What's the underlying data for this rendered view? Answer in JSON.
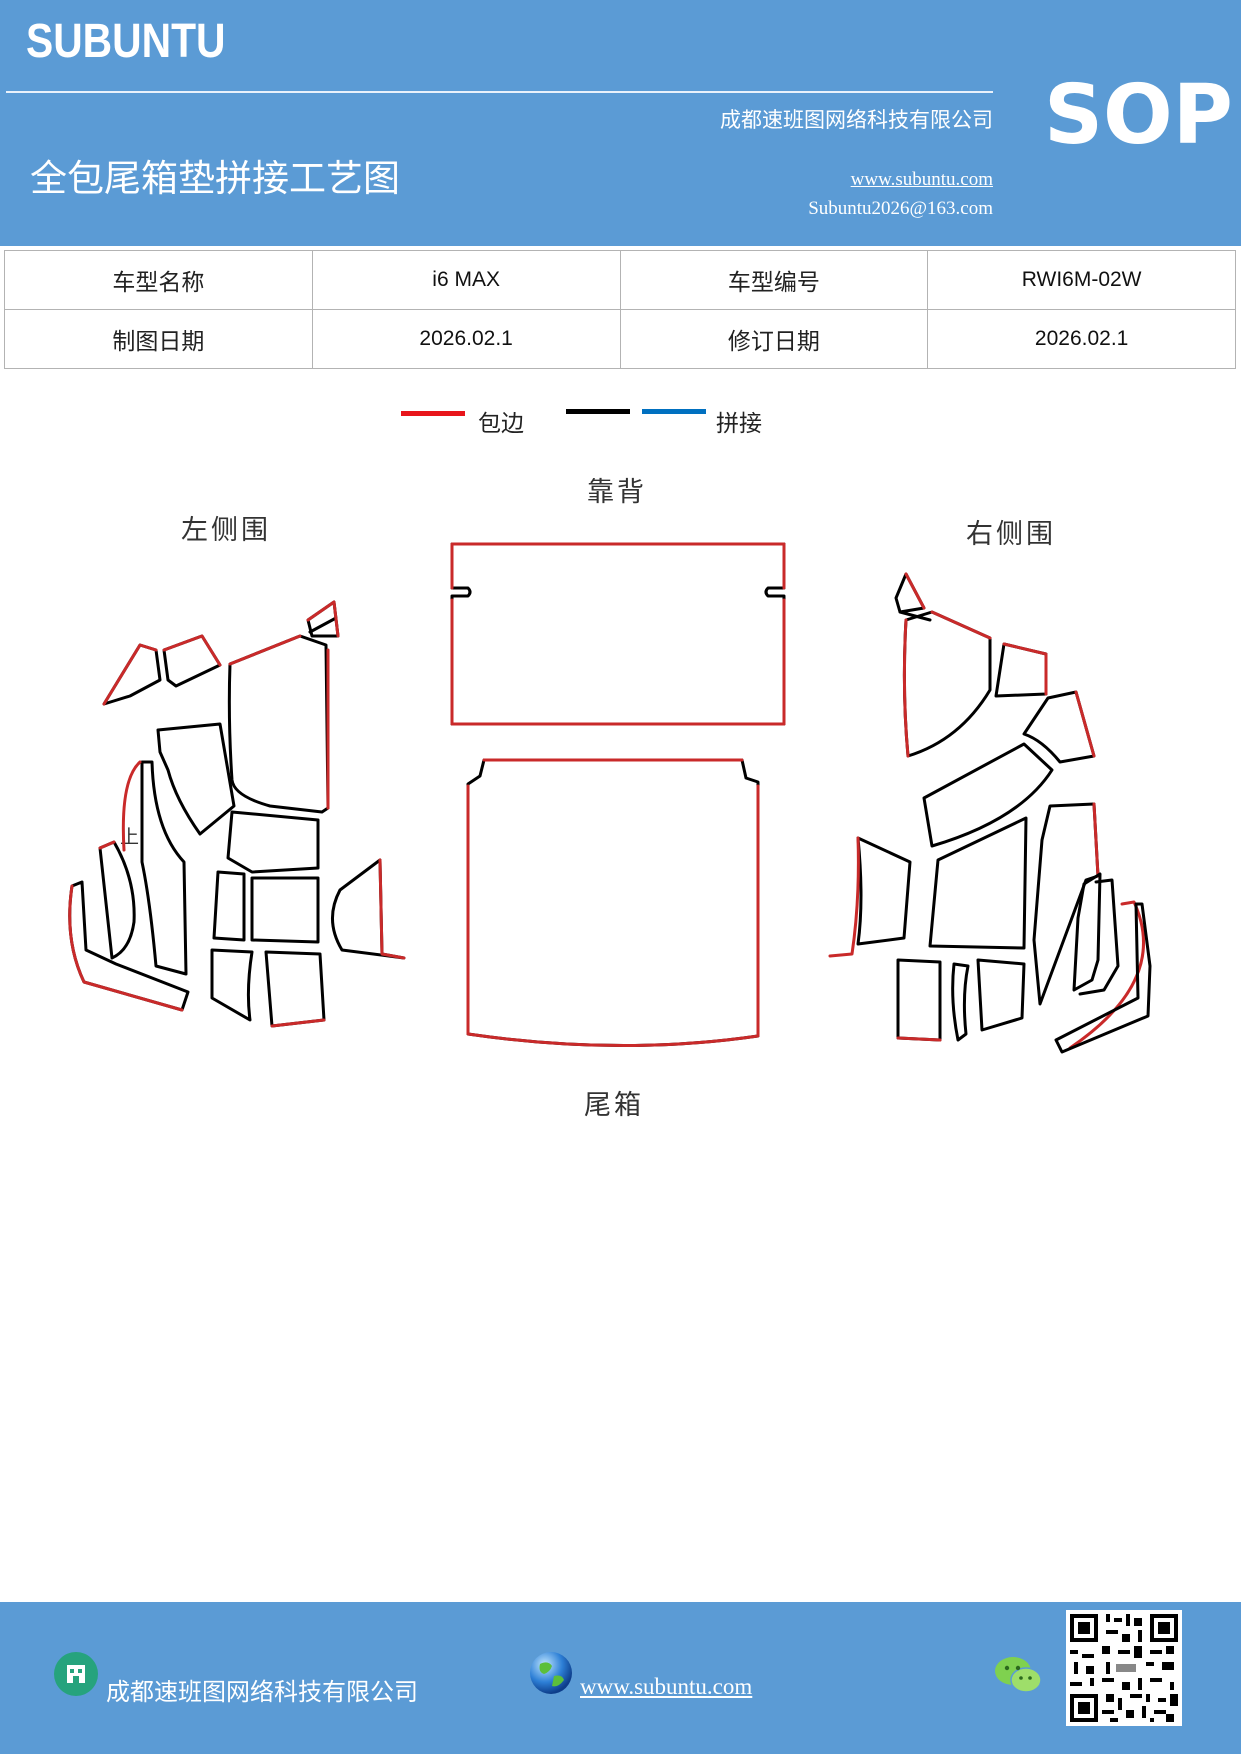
{
  "header": {
    "brand": "SUBUNTU",
    "company": "成都速班图网络科技有限公司",
    "title": "全包尾箱垫拼接工艺图",
    "website": "www.subuntu.com",
    "email": "Subuntu2026@163.com",
    "badge": "SOP"
  },
  "info": {
    "row1": {
      "label1": "车型名称",
      "value1": "i6 MAX",
      "label2": "车型编号",
      "value2": "RWI6M-02W"
    },
    "row2": {
      "label1": "制图日期",
      "value1": "2026.02.1",
      "label2": "修订日期",
      "value2": "2026.02.1"
    }
  },
  "legend": {
    "edge_label": "包边",
    "splice_label": "拼接",
    "edge_color": "#e8151b",
    "black_color": "#000000",
    "splice_color": "#0070c0"
  },
  "drawing": {
    "backrest": "靠背",
    "left_side": "左侧围",
    "right_side": "右侧围",
    "trunk": "尾箱",
    "up_mark": "上"
  },
  "footer": {
    "company": "成都速班图网络科技有限公司",
    "website": "www.subuntu.com "
  }
}
